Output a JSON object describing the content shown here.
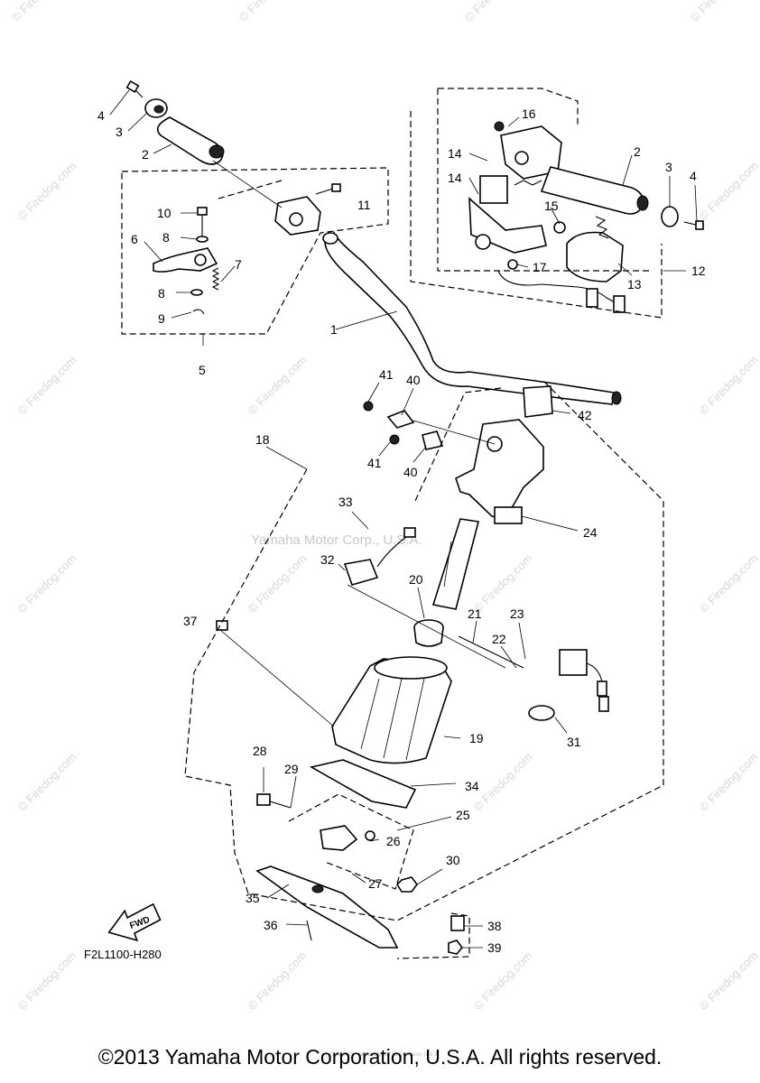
{
  "diagram_code": "F2L1100-H280",
  "fwd_label": "FWD",
  "copyright": "©2013 Yamaha Motor Corporation, U.S.A. All rights reserved.",
  "small_print": "(c) 2005-2016 Yamaha Motor Corporation, U.S.A.",
  "center_watermark": "Yamaha Motor Corp., U.S.A.",
  "watermark_text": "© Firedog.com",
  "callouts": {
    "c1": "1",
    "c2a": "2",
    "c2b": "2",
    "c3a": "3",
    "c3b": "3",
    "c4a": "4",
    "c4b": "4",
    "c5": "5",
    "c6": "6",
    "c7": "7",
    "c8a": "8",
    "c8b": "8",
    "c9": "9",
    "c10": "10",
    "c11": "11",
    "c12": "12",
    "c13": "13",
    "c14a": "14",
    "c14b": "14",
    "c15": "15",
    "c16": "16",
    "c17": "17",
    "c18": "18",
    "c19": "19",
    "c20": "20",
    "c21": "21",
    "c22": "22",
    "c23": "23",
    "c24": "24",
    "c25": "25",
    "c26": "26",
    "c27": "27",
    "c28": "28",
    "c29": "29",
    "c30": "30",
    "c31": "31",
    "c32": "32",
    "c33": "33",
    "c34": "34",
    "c35": "35",
    "c36": "36",
    "c37": "37",
    "c38": "38",
    "c39": "39",
    "c40a": "40",
    "c40b": "40",
    "c41a": "41",
    "c41b": "41",
    "c42": "42"
  }
}
